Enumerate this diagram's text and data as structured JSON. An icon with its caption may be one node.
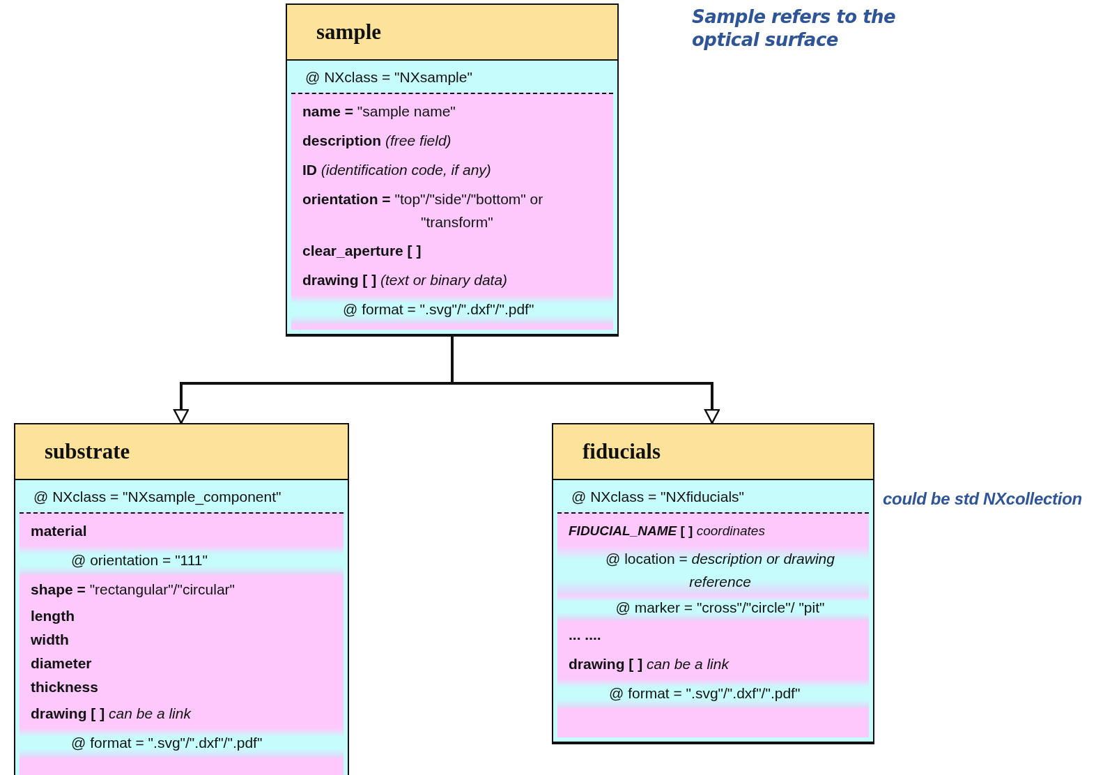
{
  "diagram": {
    "nodes": [
      {
        "text": [
          "sample",
          "@ NXclass  = \"NXsample\"",
          "**name =** \"sample name\"",
          "**description**    *(free field)*",
          "**ID**      *(identification code, if any)*",
          "**orientation =** \"top\"/\"side\"/\"bottom\" or \"transform\"",
          "**clear_aperture [ ]**",
          "**drawing  [ ]** *(text or binary data)*",
          "@ format  = \".svg\"/\".dxf\"/\".pdf\""
        ]
      },
      {
        "text": [
          "substrate",
          "@ NXclass  = \"NXsample_component\"",
          "**material**",
          "@ orientation  = \"111\"",
          "**shape =** \"rectangular\"/\"circular\"",
          "**length**",
          "**width**",
          "**diameter**",
          "**thickness**",
          "**drawing [  ]**       *can be a link*",
          "@ format  = \".svg\"/\".dxf\"/\".pdf\""
        ]
      },
      {
        "text": [
          "fiducials",
          "@ NXclass  = \"NXfiducials\"",
          "**FIDUCIAL_NAME**   **[ ]**    *coordinates*",
          "@ location =   *description or drawing reference*",
          "@ marker = \"cross\"/\"circle\"/ \"pit\"",
          "**... ....**",
          "**drawing [  ]**       *can be a link*",
          "@ format  = \".svg\"/\".dxf\"/\".pdf\""
        ],
        "beside": [
          "could be std NXcollection"
        ]
      }
    ],
    "edges": [
      {
        "from": 0,
        "to": 1,
        "arrow": "to"
      },
      {
        "from": 0,
        "to": 2,
        "arrow": "to"
      }
    ],
    "labels": [
      "Sample refers to the optical surface"
    ]
  }
}
